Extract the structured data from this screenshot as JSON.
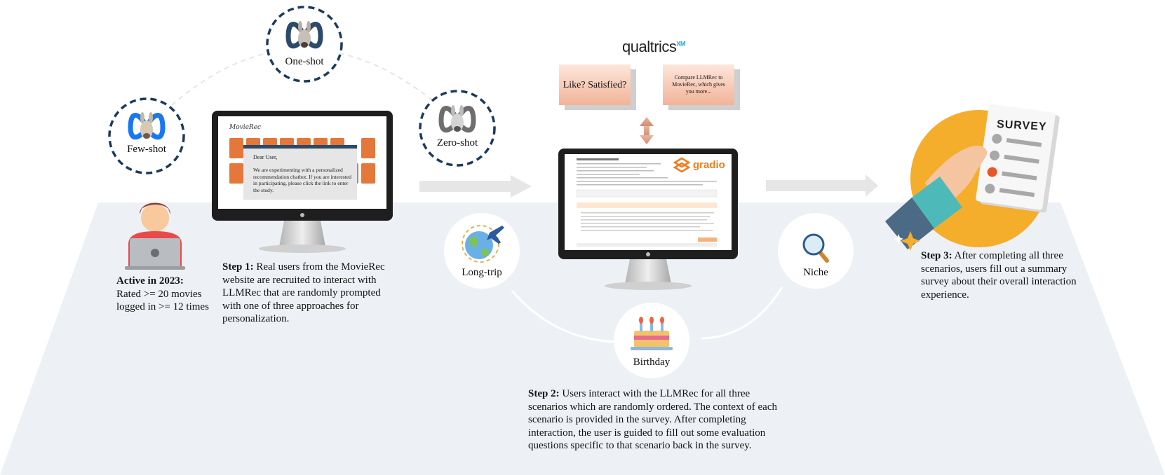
{
  "prompting": {
    "few_shot": "Few-shot",
    "one_shot": "One-shot",
    "zero_shot": "Zero-shot"
  },
  "user": {
    "active_title": "Active in 2023:",
    "line1": "Rated >= 20 movies",
    "line2": "logged in >= 12 times"
  },
  "step1": {
    "bold": "Step 1:",
    "text": " Real users from the MovieRec website are recruited to interact with LLMRec that are randomly prompted with one of three approaches for personalization."
  },
  "movierec_screen": {
    "brand": "MovieRec",
    "greeting": "Dear User,",
    "body": "We are experimenting with a personalized recommendation chatbot. If you are interested in participating, please click the link to enter the study."
  },
  "survey_tool": {
    "brand": "qualtrics",
    "brand_suffix": "XM",
    "question1": "Like? Satisfied?",
    "question2": "Compare LLMRec to MovieRec, which gives you more..."
  },
  "gradio_screen": {
    "brand": "gradio"
  },
  "scenarios": {
    "long_trip": "Long-trip",
    "birthday": "Birthday",
    "niche": "Niche"
  },
  "step2": {
    "bold": "Step 2:",
    "text": " Users interact with the LLMRec for all three scenarios which are randomly ordered. The context of each scenario is provided in the survey. After completing interaction, the user is guided to fill out some evaluation questions specific to that scenario back in the survey."
  },
  "survey_card": {
    "title": "SURVEY"
  },
  "step3": {
    "bold": "Step 3:",
    "text": " After completing all three scenarios, users fill out a summary survey about their overall interaction experience."
  },
  "colors": {
    "floor": "#edf1f5",
    "screen_tile": "#e5773a",
    "llama_ring": "#1d3a5a",
    "meta_blue": "#1877f2",
    "survey_orange": "#f5ad2c",
    "box_peach": "#f6c6ad"
  }
}
